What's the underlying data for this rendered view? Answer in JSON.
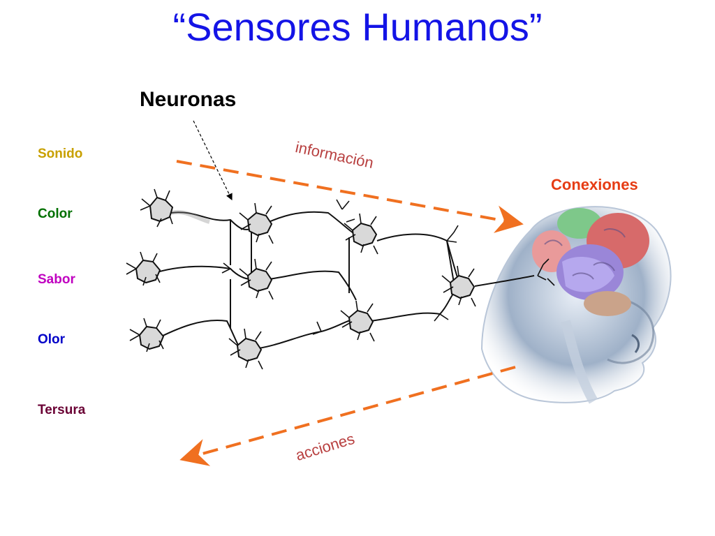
{
  "title": "“Sensores Humanos”",
  "neurons_label": "Neuronas",
  "connections_label": "Conexiones",
  "info_label": "información",
  "actions_label": "acciones",
  "senses": [
    {
      "label": "Sonido",
      "color": "#c8a000"
    },
    {
      "label": "Color",
      "color": "#007000"
    },
    {
      "label": "Sabor",
      "color": "#c000c0"
    },
    {
      "label": "Olor",
      "color": "#0000c8"
    },
    {
      "label": "Tersura",
      "color": "#6a0034"
    }
  ],
  "colors": {
    "title": "#1414e6",
    "arrow": "#f07020",
    "connections": "#e63c14",
    "arrow_text": "#b84040"
  }
}
